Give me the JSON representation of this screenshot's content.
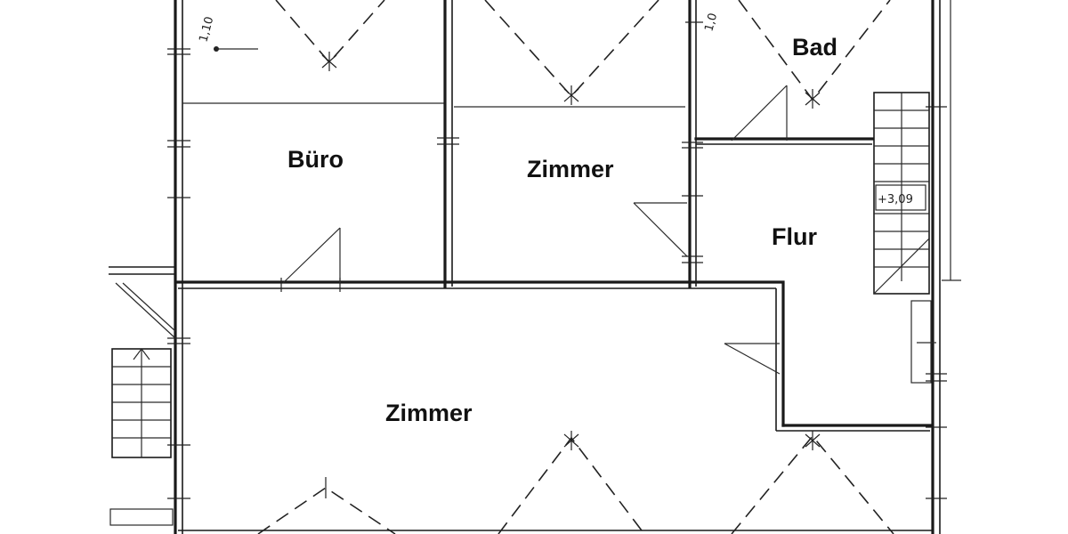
{
  "rooms": {
    "buero": "Büro",
    "zimmer_top": "Zimmer",
    "bad": "Bad",
    "flur": "Flur",
    "zimmer_large": "Zimmer"
  },
  "annotations": {
    "level_mark": "+3,09",
    "dim_left": "1,10",
    "dim_right": "1,0"
  },
  "colors": {
    "ink": "#1a1a1a",
    "paper": "#ffffff"
  }
}
